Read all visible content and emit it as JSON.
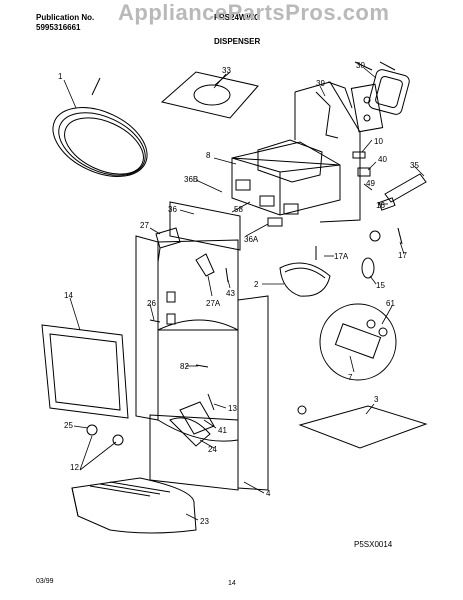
{
  "header": {
    "publication_label": "Publication No.",
    "publication_number": "5995316661",
    "model": "FRS24WWG",
    "section": "DISPENSER"
  },
  "watermark": "AppliancePartsPros.com",
  "diagram_code": "P5SX0014",
  "footer": {
    "date": "03/99",
    "page": "14"
  },
  "callouts": [
    "1",
    "33",
    "39",
    "30",
    "8",
    "36B",
    "58",
    "36",
    "27",
    "36A",
    "10",
    "40",
    "35",
    "16",
    "49",
    "17A",
    "17",
    "2",
    "15",
    "43",
    "27A",
    "14",
    "26",
    "61",
    "7",
    "82",
    "13",
    "41",
    "25",
    "24",
    "12",
    "4",
    "3",
    "23"
  ]
}
